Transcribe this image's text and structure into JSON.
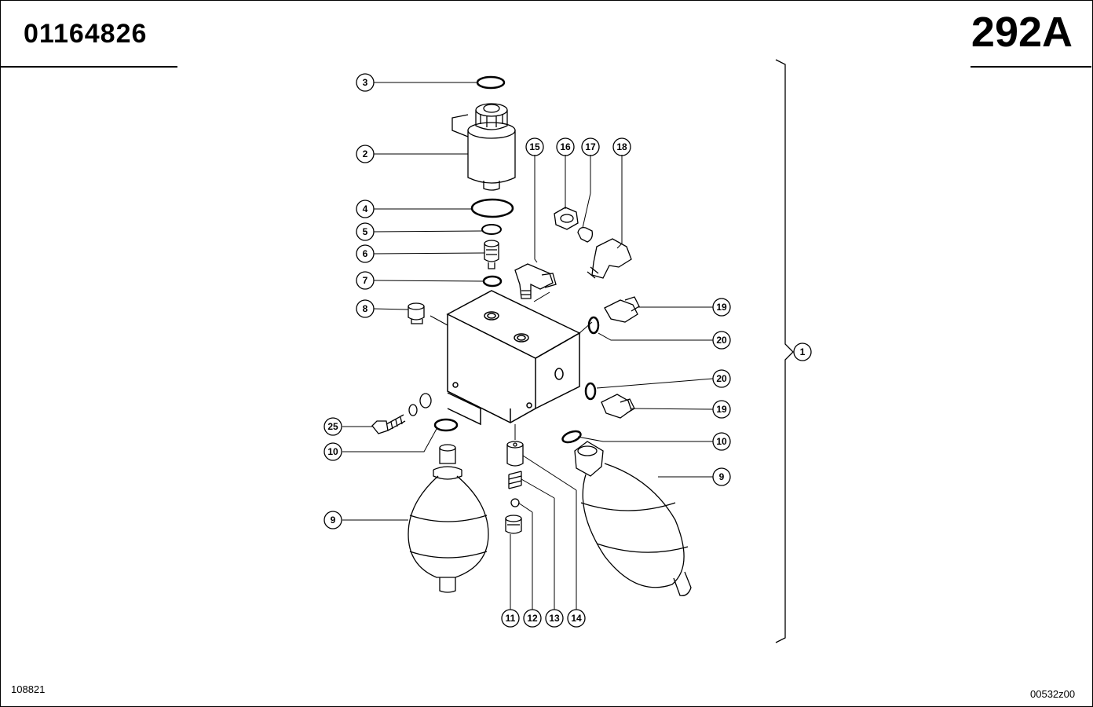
{
  "header": {
    "part_number": "01164826",
    "page_code": "292A"
  },
  "footer": {
    "left_code": "108821",
    "right_code": "00532z00"
  },
  "callouts": [
    {
      "id": "c3",
      "label": "3"
    },
    {
      "id": "c2",
      "label": "2"
    },
    {
      "id": "c4",
      "label": "4"
    },
    {
      "id": "c5",
      "label": "5"
    },
    {
      "id": "c6",
      "label": "6"
    },
    {
      "id": "c7",
      "label": "7"
    },
    {
      "id": "c8",
      "label": "8"
    },
    {
      "id": "c15",
      "label": "15"
    },
    {
      "id": "c16",
      "label": "16"
    },
    {
      "id": "c17",
      "label": "17"
    },
    {
      "id": "c18",
      "label": "18"
    },
    {
      "id": "c19a",
      "label": "19"
    },
    {
      "id": "c20a",
      "label": "20"
    },
    {
      "id": "c1",
      "label": "1"
    },
    {
      "id": "c20b",
      "label": "20"
    },
    {
      "id": "c19b",
      "label": "19"
    },
    {
      "id": "c10a",
      "label": "10"
    },
    {
      "id": "c25",
      "label": "25"
    },
    {
      "id": "c10b",
      "label": "10"
    },
    {
      "id": "c9a",
      "label": "9"
    },
    {
      "id": "c9b",
      "label": "9"
    },
    {
      "id": "c11",
      "label": "11"
    },
    {
      "id": "c12",
      "label": "12"
    },
    {
      "id": "c13",
      "label": "13"
    },
    {
      "id": "c14",
      "label": "14"
    }
  ]
}
